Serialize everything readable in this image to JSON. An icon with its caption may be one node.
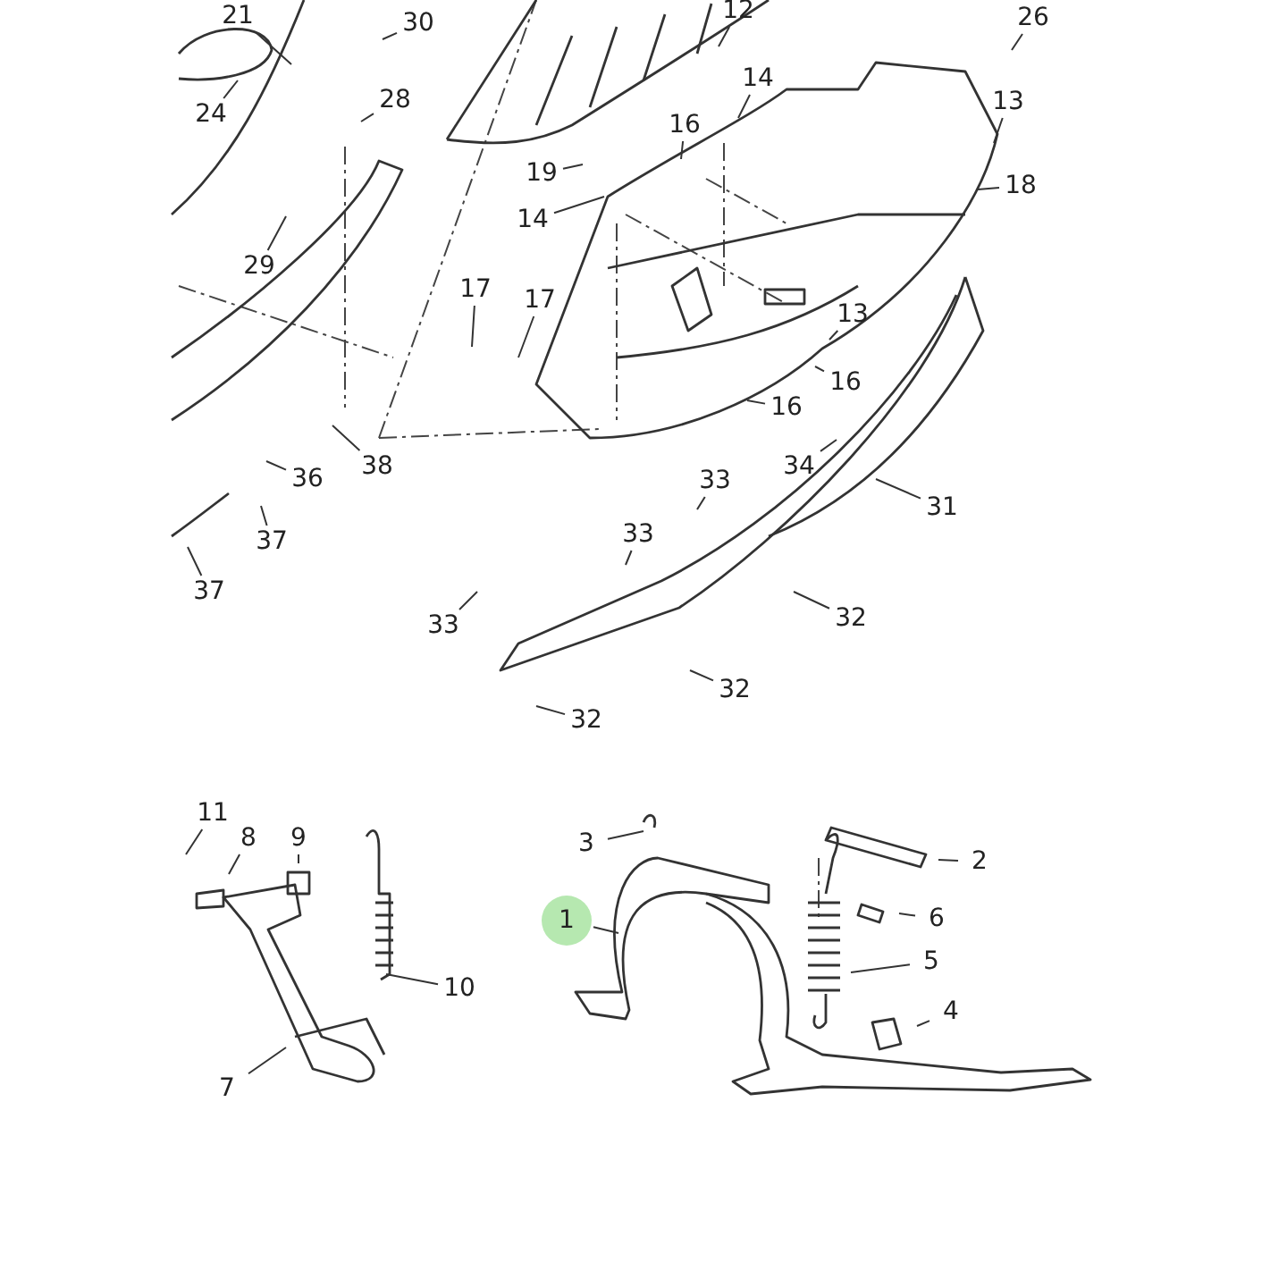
{
  "diagram": {
    "nodes": [
      {
        "text": [
          "21"
        ]
      },
      {
        "text": [
          "30"
        ]
      },
      {
        "text": [
          "26"
        ]
      },
      {
        "text": [
          "12"
        ]
      },
      {
        "text": [
          "24"
        ]
      },
      {
        "text": [
          "28"
        ]
      },
      {
        "text": [
          "14"
        ]
      },
      {
        "text": [
          "16"
        ]
      },
      {
        "text": [
          "13"
        ]
      },
      {
        "text": [
          "19"
        ]
      },
      {
        "text": [
          "18"
        ]
      },
      {
        "text": [
          "14"
        ]
      },
      {
        "text": [
          "29"
        ]
      },
      {
        "text": [
          "17"
        ]
      },
      {
        "text": [
          "17"
        ]
      },
      {
        "text": [
          "13"
        ]
      },
      {
        "text": [
          "16"
        ]
      },
      {
        "text": [
          "16"
        ]
      },
      {
        "text": [
          "38"
        ]
      },
      {
        "text": [
          "36"
        ]
      },
      {
        "text": [
          "34"
        ]
      },
      {
        "text": [
          "37"
        ]
      },
      {
        "text": [
          "33"
        ]
      },
      {
        "text": [
          "31"
        ]
      },
      {
        "text": [
          "37"
        ]
      },
      {
        "text": [
          "33"
        ]
      },
      {
        "text": [
          "33"
        ]
      },
      {
        "text": [
          "32"
        ]
      },
      {
        "text": [
          "32"
        ]
      },
      {
        "text": [
          "32"
        ]
      },
      {
        "text": [
          "11"
        ]
      },
      {
        "text": [
          "8"
        ]
      },
      {
        "text": [
          "9"
        ]
      },
      {
        "text": [
          "3"
        ]
      },
      {
        "text": [
          "2"
        ]
      },
      {
        "text": [
          "1"
        ]
      },
      {
        "text": [
          "6"
        ]
      },
      {
        "text": [
          "10"
        ]
      },
      {
        "text": [
          "5"
        ]
      },
      {
        "text": [
          "4"
        ]
      },
      {
        "text": [
          "7"
        ]
      }
    ],
    "edges": [
      {
        "from": 0,
        "to": null,
        "arrow": "none"
      },
      {
        "from": 1,
        "to": null,
        "arrow": "none"
      },
      {
        "from": 2,
        "to": null,
        "arrow": "none"
      },
      {
        "from": 3,
        "to": null,
        "arrow": "none"
      },
      {
        "from": 4,
        "to": null,
        "arrow": "none"
      },
      {
        "from": 5,
        "to": null,
        "arrow": "none"
      },
      {
        "from": 6,
        "to": null,
        "arrow": "none"
      },
      {
        "from": 7,
        "to": null,
        "arrow": "none"
      },
      {
        "from": 8,
        "to": null,
        "arrow": "none"
      },
      {
        "from": 9,
        "to": null,
        "arrow": "none"
      },
      {
        "from": 10,
        "to": null,
        "arrow": "none"
      },
      {
        "from": 11,
        "to": null,
        "arrow": "none"
      },
      {
        "from": 12,
        "to": null,
        "arrow": "none"
      },
      {
        "from": 13,
        "to": null,
        "arrow": "none"
      },
      {
        "from": 14,
        "to": null,
        "arrow": "none"
      },
      {
        "from": 15,
        "to": null,
        "arrow": "none"
      },
      {
        "from": 16,
        "to": null,
        "arrow": "none"
      },
      {
        "from": 17,
        "to": null,
        "arrow": "none"
      },
      {
        "from": 18,
        "to": null,
        "arrow": "none"
      },
      {
        "from": 19,
        "to": null,
        "arrow": "none"
      },
      {
        "from": 20,
        "to": null,
        "arrow": "none"
      },
      {
        "from": 21,
        "to": null,
        "arrow": "none"
      },
      {
        "from": 22,
        "to": null,
        "arrow": "none"
      },
      {
        "from": 23,
        "to": null,
        "arrow": "none"
      },
      {
        "from": 24,
        "to": null,
        "arrow": "none"
      },
      {
        "from": 25,
        "to": null,
        "arrow": "none"
      },
      {
        "from": 26,
        "to": null,
        "arrow": "none"
      },
      {
        "from": 27,
        "to": null,
        "arrow": "none"
      },
      {
        "from": 28,
        "to": null,
        "arrow": "none"
      },
      {
        "from": 29,
        "to": null,
        "arrow": "none"
      },
      {
        "from": 30,
        "to": null,
        "arrow": "none"
      },
      {
        "from": 31,
        "to": null,
        "arrow": "none"
      },
      {
        "from": 32,
        "to": null,
        "arrow": "none"
      },
      {
        "from": 33,
        "to": null,
        "arrow": "none"
      },
      {
        "from": 34,
        "to": null,
        "arrow": "none"
      },
      {
        "from": 35,
        "to": null,
        "arrow": "none"
      },
      {
        "from": 36,
        "to": null,
        "arrow": "none"
      },
      {
        "from": 37,
        "to": null,
        "arrow": "none"
      },
      {
        "from": 38,
        "to": null,
        "arrow": "none"
      },
      {
        "from": 39,
        "to": null,
        "arrow": "none"
      },
      {
        "from": 40,
        "to": null,
        "arrow": "none"
      }
    ]
  }
}
